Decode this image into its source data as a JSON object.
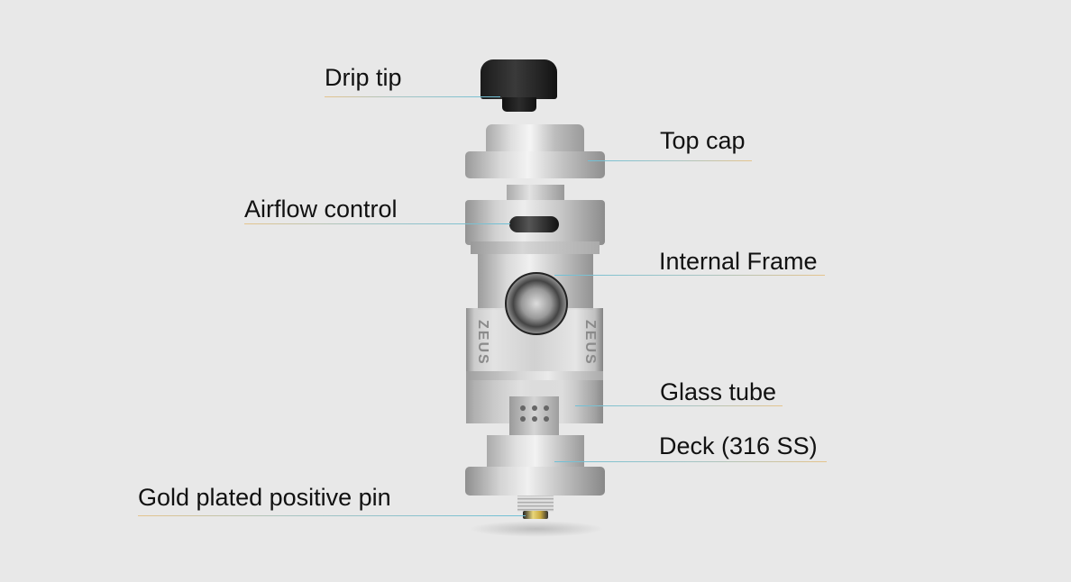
{
  "diagram": {
    "subject": "Rebuildable tank atomizer exploded view",
    "background_color": "#e8e8e8",
    "leader_colors": {
      "gold": "#e5c48c",
      "blue": "#6fc0d6"
    },
    "engraving_text": "ZEUS",
    "labels": [
      {
        "id": "drip-tip",
        "text": "Drip tip",
        "side": "left"
      },
      {
        "id": "top-cap",
        "text": "Top cap",
        "side": "right"
      },
      {
        "id": "airflow-control",
        "text": "Airflow control",
        "side": "left"
      },
      {
        "id": "internal-frame",
        "text": "Internal Frame",
        "side": "right"
      },
      {
        "id": "glass-tube",
        "text": "Glass tube",
        "side": "right"
      },
      {
        "id": "deck",
        "text": "Deck (316 SS)",
        "side": "right"
      },
      {
        "id": "positive-pin",
        "text": "Gold plated positive pin",
        "side": "left"
      }
    ]
  }
}
